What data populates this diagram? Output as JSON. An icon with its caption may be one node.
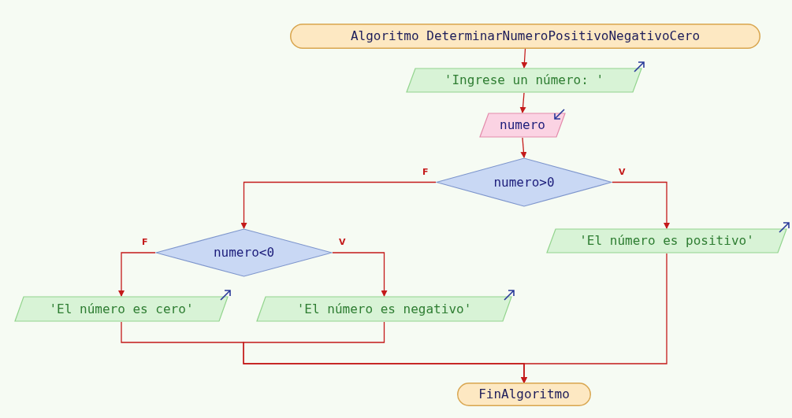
{
  "diagram": {
    "nodes": [
      {
        "text": [
          "Algoritmo DeterminarNumeroPositivoNegativoCero"
        ]
      },
      {
        "text": [
          "'Ingrese un número: '"
        ]
      },
      {
        "text": [
          "numero"
        ]
      },
      {
        "text": [
          "numero>0"
        ]
      },
      {
        "text": [
          "numero<0"
        ]
      },
      {
        "text": [
          "'El número es cero'"
        ]
      },
      {
        "text": [
          "'El número es negativo'"
        ]
      },
      {
        "text": [
          "'El número es positivo'"
        ]
      },
      {
        "text": [
          "FinAlgoritmo"
        ]
      }
    ],
    "edges": [
      {
        "from": 0,
        "to": 1,
        "arrow": "to"
      },
      {
        "from": 1,
        "to": 2,
        "arrow": "to"
      },
      {
        "from": 2,
        "to": 3,
        "arrow": "to"
      },
      {
        "from": 3,
        "to": 4,
        "arrow": "to",
        "label": "F"
      },
      {
        "from": 3,
        "to": 7,
        "arrow": "to",
        "label": "V"
      },
      {
        "from": 4,
        "to": 5,
        "arrow": "to",
        "label": "F"
      },
      {
        "from": 4,
        "to": 6,
        "arrow": "to",
        "label": "V"
      },
      {
        "from": 5,
        "to": 8,
        "arrow": "to"
      },
      {
        "from": 6,
        "to": 8,
        "arrow": "to"
      },
      {
        "from": 7,
        "to": 8,
        "arrow": "to"
      }
    ]
  }
}
